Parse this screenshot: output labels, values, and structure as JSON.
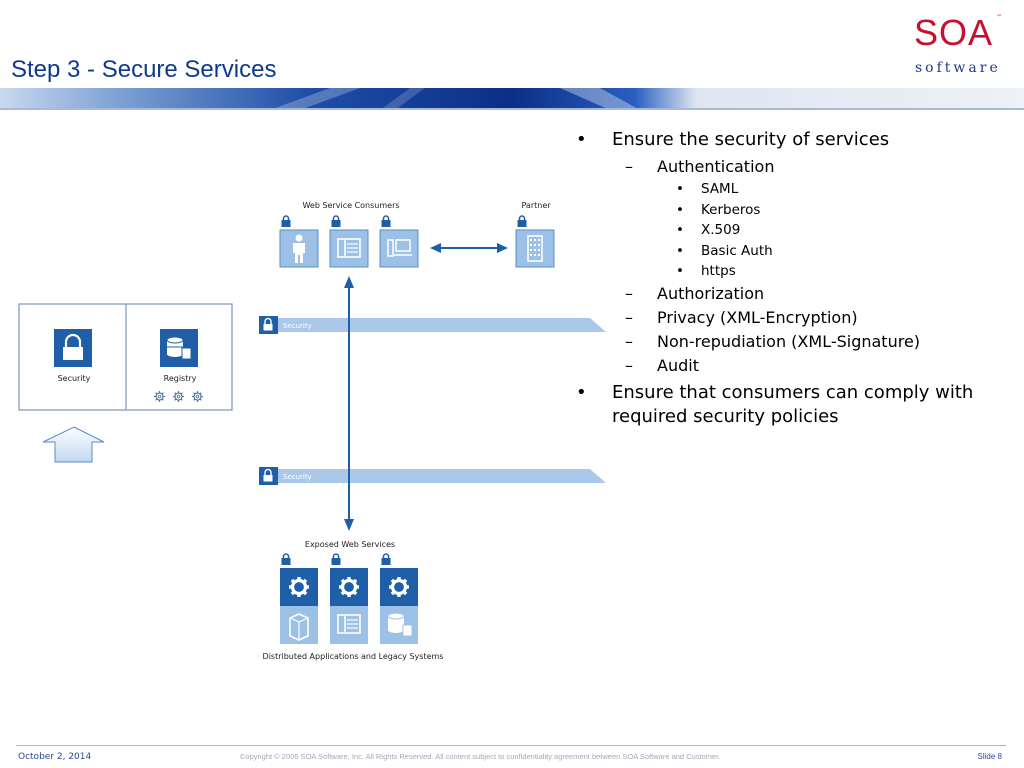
{
  "title": "Step 3 - Secure Services",
  "logo": {
    "name": "SOA",
    "trademark": "™",
    "sub": "software"
  },
  "bullets": [
    {
      "text": "Ensure the security of services",
      "children": [
        {
          "text": "Authentication",
          "children": [
            "SAML",
            "Kerberos",
            "X.509",
            "Basic Auth",
            "https"
          ]
        },
        {
          "text": "Authorization"
        },
        {
          "text": "Privacy (XML-Encryption)"
        },
        {
          "text": "Non-repudiation (XML-Signature)"
        },
        {
          "text": "Audit"
        }
      ]
    },
    {
      "text": "Ensure that consumers can comply with required security policies"
    }
  ],
  "diagram": {
    "consumers_label": "Web Service Consumers",
    "partner_label": "Partner",
    "security_bar_label": "Security",
    "exposed_label": "Exposed Web Services",
    "distributed_label": "Distributed Applications and Legacy Systems",
    "panel_security_label": "Security",
    "panel_registry_label": "Registry"
  },
  "footer": {
    "date": "October 2, 2014",
    "copyright": "Copyright © 2006 SOA Software, Inc. All Rights Reserved. All content subject to confidentiality agreement between SOA Software and Customer.",
    "slide": "Slide 8"
  }
}
